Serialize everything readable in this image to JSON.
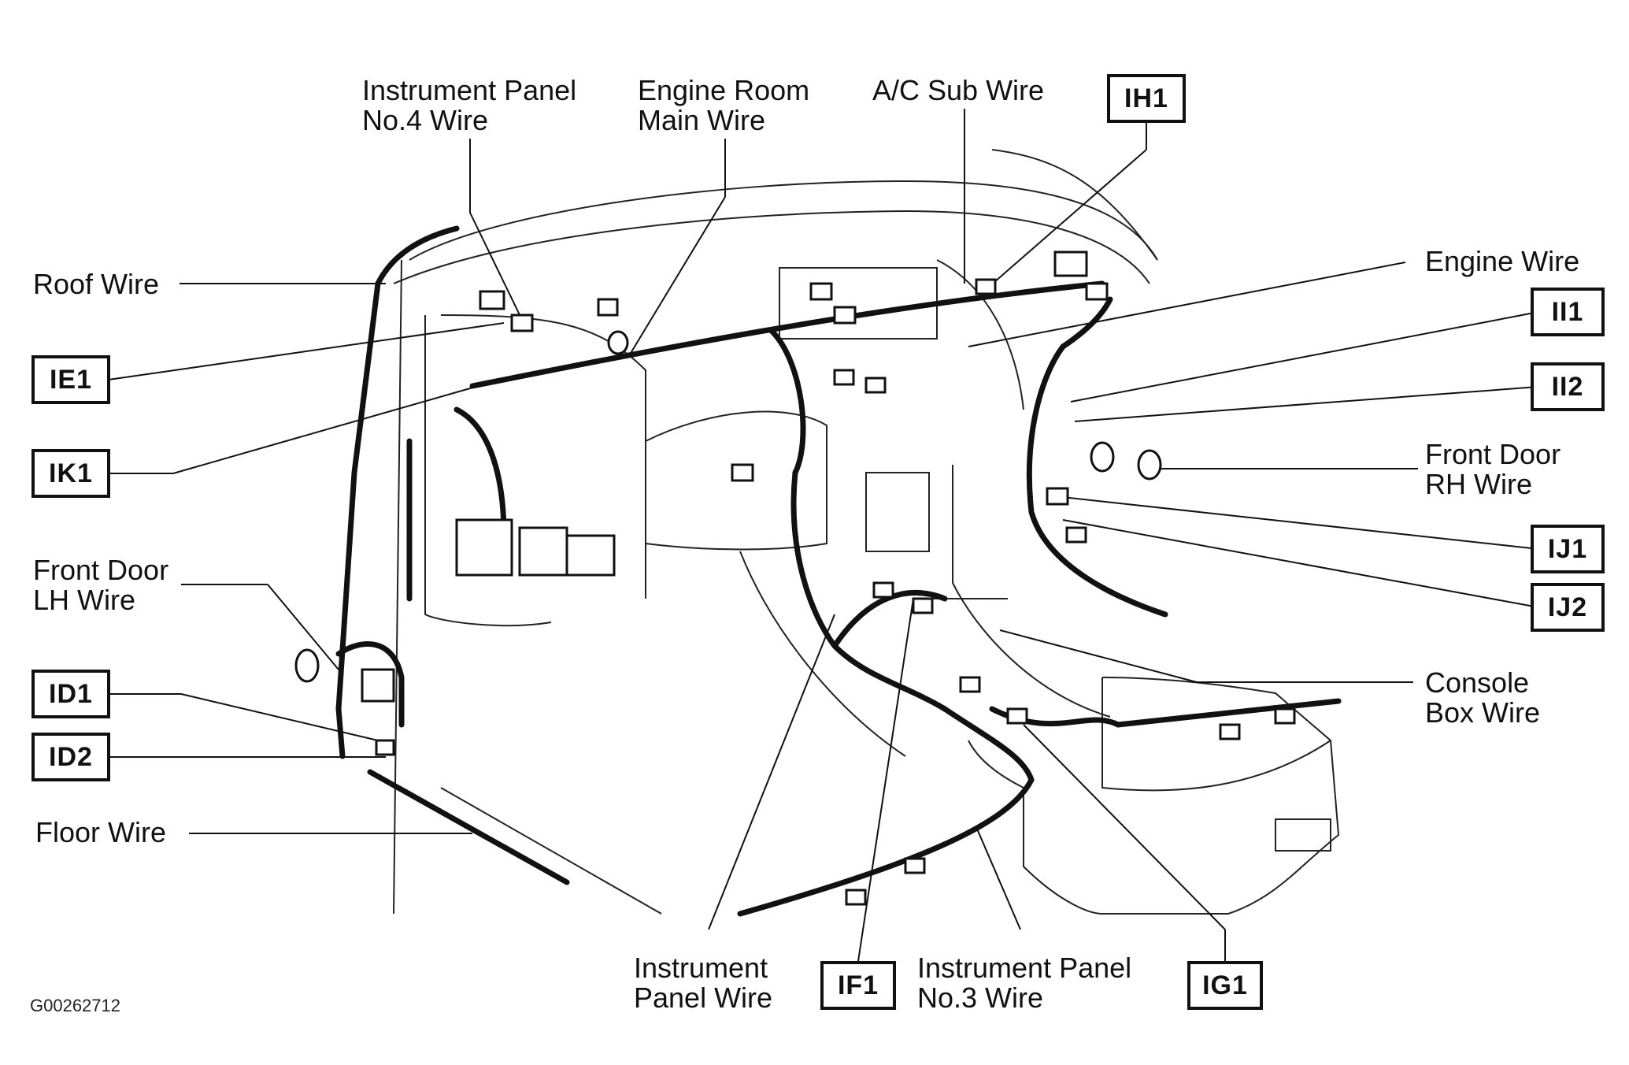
{
  "diagram": {
    "figure_code": "G00262712",
    "wire_labels": {
      "ip_no4": [
        "Instrument Panel",
        "No.4 Wire"
      ],
      "engine_room_main": [
        "Engine Room",
        "Main Wire"
      ],
      "ac_sub": [
        "A/C Sub Wire"
      ],
      "roof": [
        "Roof Wire"
      ],
      "engine": [
        "Engine Wire"
      ],
      "front_door_rh": [
        "Front Door",
        "RH Wire"
      ],
      "front_door_lh": [
        "Front Door",
        "LH Wire"
      ],
      "console_box": [
        "Console",
        "Box Wire"
      ],
      "floor": [
        "Floor Wire"
      ],
      "instrument_panel": [
        "Instrument",
        "Panel Wire"
      ],
      "ip_no3": [
        "Instrument Panel",
        "No.3 Wire"
      ]
    },
    "connectors": {
      "IH1": "IH1",
      "IE1": "IE1",
      "IK1": "IK1",
      "II1": "II1",
      "II2": "II2",
      "IJ1": "IJ1",
      "IJ2": "IJ2",
      "ID1": "ID1",
      "ID2": "ID2",
      "IF1": "IF1",
      "IG1": "IG1"
    }
  }
}
